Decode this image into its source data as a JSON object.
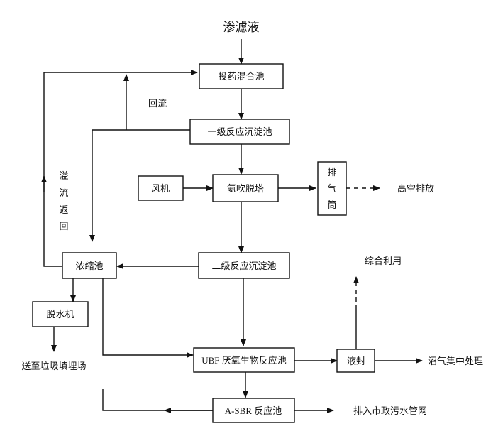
{
  "diagram": {
    "nodes": {
      "leachate": "渗滤液",
      "dosing_mixing_tank": "投药混合池",
      "primary_settling_tank": "一级反应沉淀池",
      "blower": "风机",
      "ammonia_stripping_tower": "氨吹脱塔",
      "exhaust_stack_1": "排",
      "exhaust_stack_2": "气",
      "exhaust_stack_3": "筒",
      "high_altitude_discharge": "高空排放",
      "thickener": "浓缩池",
      "secondary_settling_tank": "二级反应沉淀池",
      "dewatering_machine": "脱水机",
      "to_landfill": "送至垃圾填埋场",
      "ubf_reactor": "UBF 厌氧生物反应池",
      "water_seal": "液封",
      "comprehensive_utilization": "综合利用",
      "biogas_processing": "沼气集中处理",
      "asbr_reactor": "A-SBR 反应池",
      "to_sewer": "排入市政污水管网"
    },
    "labels": {
      "return_flow": "回流",
      "overflow_return_1": "溢",
      "overflow_return_2": "流",
      "overflow_return_3": "返",
      "overflow_return_4": "回"
    }
  }
}
